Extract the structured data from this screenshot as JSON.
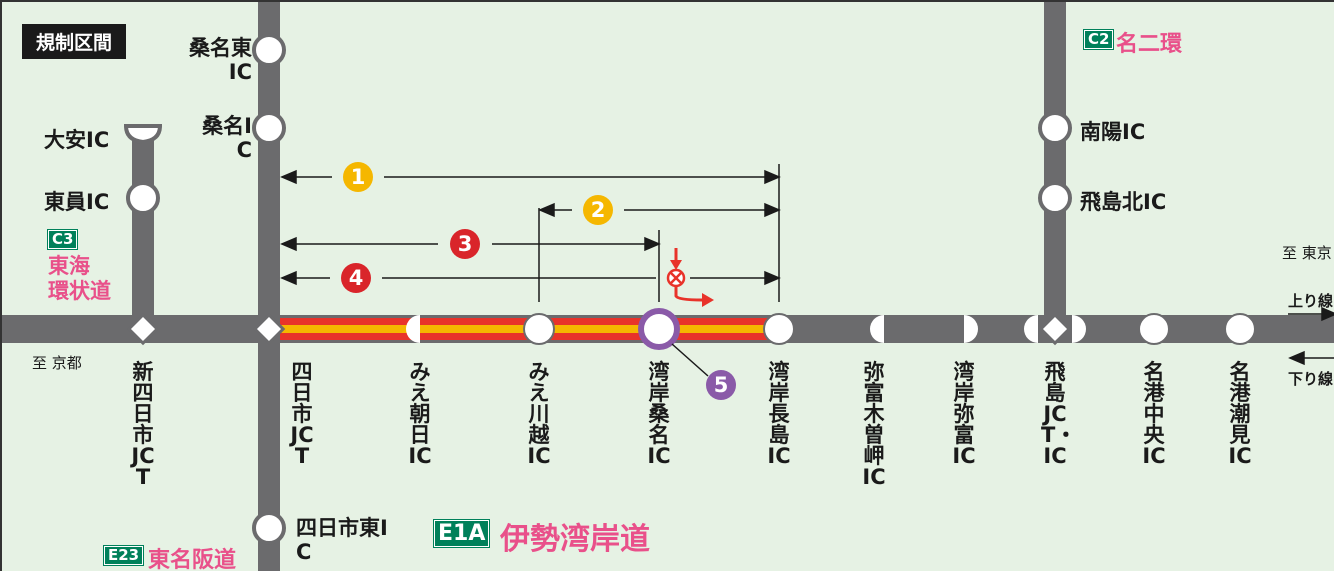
{
  "title": "規制区間",
  "colors": {
    "road": "#6b6b6d",
    "regulation_red": "#e8332a",
    "regulation_yellow": "#f5b700",
    "num_yellow": "#f5b700",
    "num_red": "#d9252a",
    "num_purple": "#8a5aa8",
    "route_pink": "#e9508a",
    "badge_green": "#00805a",
    "background": "#e6f2e4"
  },
  "routes": {
    "c2": {
      "badge": "C2",
      "name": "名二環"
    },
    "c3": {
      "badge": "C3",
      "name_line1": "東海",
      "name_line2": "環状道"
    },
    "e23": {
      "badge": "E23",
      "name": "東名阪道"
    },
    "e1a": {
      "badge": "E1A",
      "name": "伊勢湾岸道"
    }
  },
  "destinations": {
    "west": "至 京都",
    "east": "至 東京",
    "up_line": "上り線",
    "down_line": "下り線"
  },
  "interchanges_vertical": {
    "kuwana_higashi": "桑名東IC",
    "kuwana": "桑名IC",
    "taian": "大安IC",
    "higashiin": "東員IC",
    "yokkaichi_higashi": "四日市東IC",
    "nanyo": "南陽IC",
    "tobishima_kita": "飛島北IC"
  },
  "mainline_interchanges": [
    "新四日市JCT",
    "四日市JCT",
    "みえ朝日IC",
    "みえ川越IC",
    "湾岸桑名IC",
    "湾岸長島IC",
    "弥富木曽岬IC",
    "湾岸弥富IC",
    "飛島JCT・IC",
    "名港中央IC",
    "名港潮見IC"
  ],
  "sections": [
    "1",
    "2",
    "3",
    "4",
    "5"
  ]
}
